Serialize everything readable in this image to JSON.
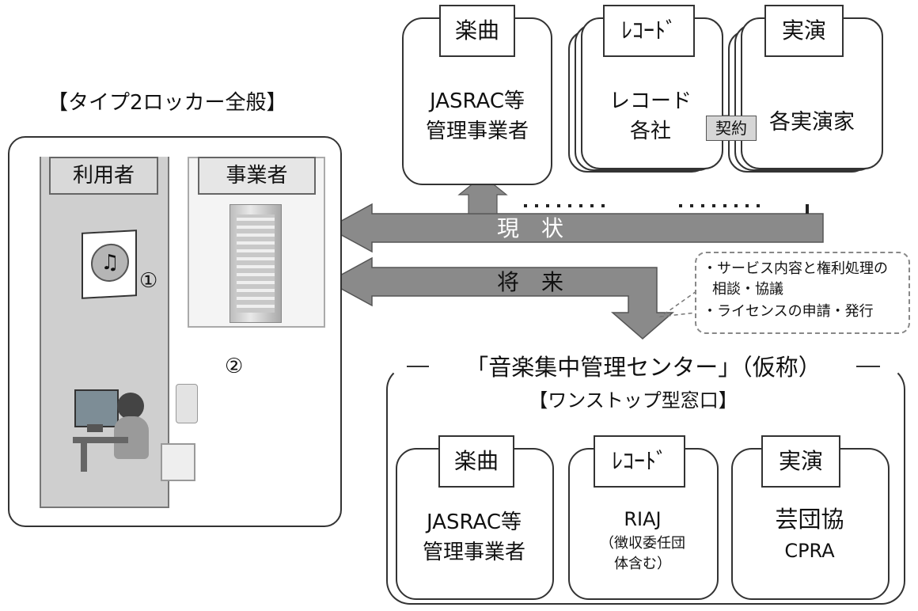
{
  "locker": {
    "title": "【タイプ2ロッカー全般】",
    "user_label": "利用者",
    "operator_label": "事業者",
    "step1": "①",
    "step2": "②"
  },
  "current": {
    "arrow_label": "現　状",
    "boxes": [
      {
        "tab": "楽曲",
        "lines": [
          "JASRAC等",
          "管理事業者"
        ]
      },
      {
        "tab": "ﾚｺｰﾄﾞ",
        "lines": [
          "レコード",
          "各社"
        ]
      },
      {
        "tab": "実演",
        "lines": [
          "各実演家"
        ]
      }
    ],
    "contract_label": "契約"
  },
  "future": {
    "arrow_label": "将　来",
    "notes": [
      "・サービス内容と権利処理の",
      "相談・協議",
      "・ライセンスの申請・発行"
    ]
  },
  "center": {
    "title": "「音楽集中管理センター」（仮称）",
    "subtitle": "【ワンストップ型窓口】",
    "boxes": [
      {
        "tab": "楽曲",
        "lines": [
          "JASRAC等",
          "管理事業者"
        ]
      },
      {
        "tab": "ﾚｺｰﾄﾞ",
        "lines": [
          "RIAJ",
          "（徴収委任団",
          "体含む）"
        ]
      },
      {
        "tab": "実演",
        "lines": [
          "芸団協",
          "CPRA"
        ]
      }
    ]
  },
  "colors": {
    "arrow": "#8a8a8a",
    "user_panel": "#cfcfcf",
    "header": "#d9d9d9",
    "border": "#333333"
  }
}
